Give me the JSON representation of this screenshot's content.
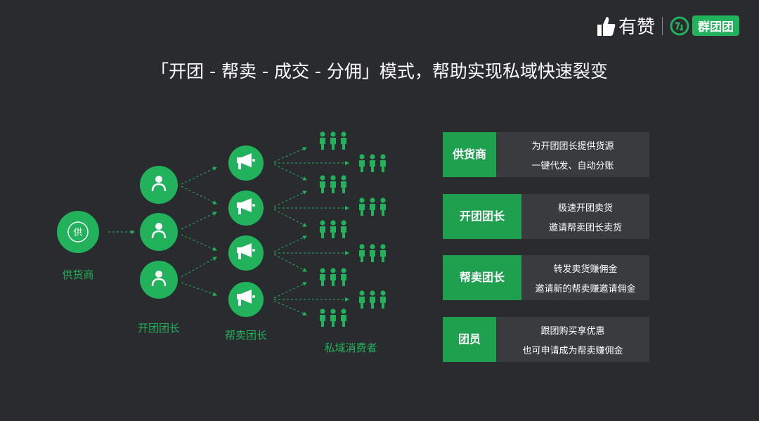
{
  "logo": {
    "youzan": "有赞",
    "qtt": "群团团"
  },
  "title": "「开团 - 帮卖 - 成交 - 分佣」模式，帮助实现私域快速裂变",
  "nodes": {
    "supplier_icon": "供",
    "supplier_label": "供货商",
    "leader_label": "开团团长",
    "helper_label": "帮卖团长",
    "consumer_label": "私域消费者"
  },
  "cards": [
    {
      "role": "供货商",
      "line1": "为开团团长提供货源",
      "line2": "一键代发、自动分账"
    },
    {
      "role": "开团团长",
      "line1": "极速开团卖货",
      "line2": "邀请帮卖团长卖货"
    },
    {
      "role": "帮卖团长",
      "line1": "转发卖货赚佣金",
      "line2": "邀请新的帮卖赚邀请佣金"
    },
    {
      "role": "团员",
      "line1": "跟团购买享优惠",
      "line2": "也可申请成为帮卖赚佣金"
    }
  ],
  "colors": {
    "accent": "#21b25b",
    "background": "#2a2b2f",
    "card": "#393b3e"
  }
}
